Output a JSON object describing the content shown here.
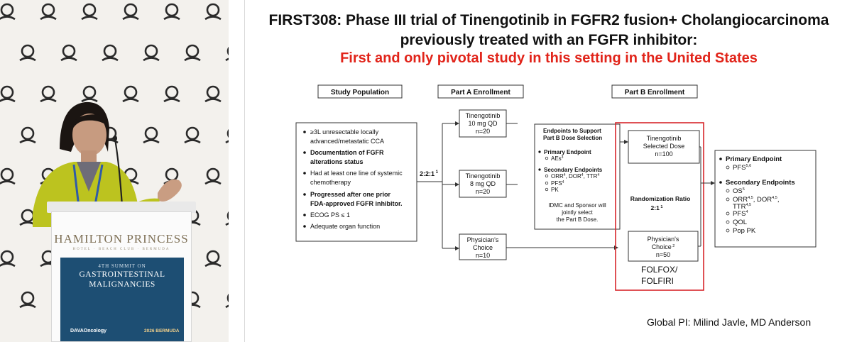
{
  "speaker": {
    "hotel": "HAMILTON PRINCESS",
    "hotel_sub": "HOTEL · BEACH CLUB · BERMUDA",
    "summit_ordinal": "4TH SUMMIT ON",
    "summit_line1": "GASTROINTESTINAL",
    "summit_line2": "MALIGNANCIES",
    "dava": "DAVAOncology",
    "bermuda": "2026 BERMUDA"
  },
  "slide": {
    "title_line1": "FIRST308: Phase III trial of Tinengotinib in FGFR2 fusion+ Cholangiocarcinoma",
    "title_line2": "previously treated with an FGFR inhibitor:",
    "title_line3": "First and only pivotal study in this setting in the United States",
    "credit": "Global PI: Milind Javle, MD Anderson"
  },
  "diagram": {
    "headers": [
      "Study Population",
      "Part A Enrollment",
      "Part B Enrollment"
    ],
    "population": [
      {
        "text": "≥3L unresectable locally",
        "bullet": true,
        "bold": false
      },
      {
        "text": "advanced/metastatic CCA",
        "bullet": false,
        "bold": false
      },
      {
        "text": "Documentation of FGFR",
        "bullet": true,
        "bold": true
      },
      {
        "text": "alterations status",
        "bullet": false,
        "bold": true
      },
      {
        "text": "Had at least one line of systemic",
        "bullet": true,
        "bold": false
      },
      {
        "text": "chemotherapy",
        "bullet": false,
        "bold": false
      },
      {
        "text": "Progressed after one prior",
        "bullet": true,
        "bold": true
      },
      {
        "text": "FDA-approved FGFR inhibitor.",
        "bullet": false,
        "bold": true
      },
      {
        "text": "ECOG PS ≤ 1",
        "bullet": true,
        "bold": false
      },
      {
        "text": "Adequate organ function",
        "bullet": true,
        "bold": false
      }
    ],
    "ratio_a": "2:2:1",
    "ratio_a_sup": "1",
    "arms": [
      {
        "lines": [
          "Tinengotinib",
          "10 mg QD",
          "n=20"
        ]
      },
      {
        "lines": [
          "Tinengotinib",
          "8 mg QD",
          "n=20"
        ]
      },
      {
        "lines": [
          "Physician's",
          "Choice",
          "n=10"
        ]
      }
    ],
    "dose_selection": {
      "heading": [
        "Endpoints to Support",
        "Part B Dose Selection"
      ],
      "items": [
        {
          "text": "Primary Endpoint",
          "kind": "bullet"
        },
        {
          "text": "AEs",
          "sup": "3",
          "kind": "sub"
        },
        {
          "text": "Secondary Endpoints",
          "kind": "bullet"
        },
        {
          "text": "ORR",
          "sup": "4",
          "rest": ", DOR",
          "sup2": "4",
          "rest2": ", TTR",
          "sup3": "4",
          "kind": "sub"
        },
        {
          "text": "PFS",
          "sup": "4",
          "kind": "sub"
        },
        {
          "text": "PK",
          "kind": "sub"
        }
      ],
      "idmc": [
        "IDMC and Sponsor will",
        "jointly select",
        "the Part B Dose."
      ]
    },
    "part_b": {
      "selected": [
        "Tinengotinib",
        "Selected Dose",
        "n=100"
      ],
      "ratio_label": "Randomization Ratio",
      "ratio": "2:1",
      "ratio_sup": "1",
      "choice": [
        "Physician's",
        "Choice",
        "n=50"
      ],
      "choice_sup": "2",
      "regimen": [
        "FOLFOX/",
        "FOLFIRI"
      ]
    },
    "endpoints": [
      {
        "text": "Primary Endpoint",
        "kind": "bullet"
      },
      {
        "text": "PFS",
        "sup": "5,6",
        "kind": "sub"
      },
      {
        "text": "Secondary Endpoints",
        "kind": "bullet"
      },
      {
        "text": "OS",
        "sup": "5",
        "kind": "sub"
      },
      {
        "text": "ORR",
        "sup": "4,5",
        "rest": ", DOR",
        "sup2": "4,5",
        "rest2": ",",
        "kind": "sub"
      },
      {
        "text": "TTR",
        "sup": "4,5",
        "kind": "cont"
      },
      {
        "text": "PFS",
        "sup": "4",
        "kind": "sub"
      },
      {
        "text": "QOL",
        "kind": "sub"
      },
      {
        "text": "Pop PK",
        "kind": "sub"
      }
    ]
  },
  "colors": {
    "title": "#111111",
    "accent_red": "#e1241a",
    "box_line": "#333333",
    "podium_blue": "#1d4e73"
  }
}
